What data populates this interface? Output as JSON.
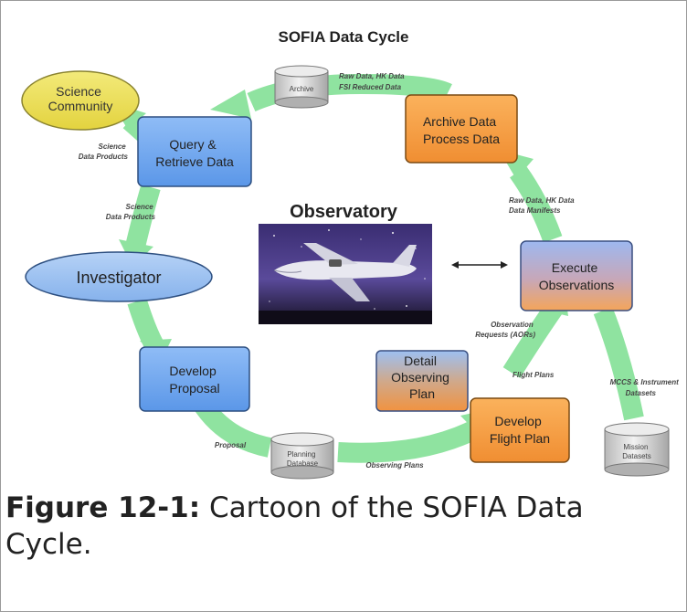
{
  "diagram": {
    "title": "SOFIA Data Cycle",
    "colors": {
      "arrow": "#8fe3a0",
      "blue_box": "#6fa8f0",
      "orange_box": "#f7a24a",
      "ellipse_blue": "#9cc3f2",
      "ellipse_yellow": "#eee25a"
    },
    "nodes": {
      "science_community": "Science Community",
      "query": "Query & Retrieve Data",
      "investigator": "Investigator",
      "develop_proposal": "Develop Proposal",
      "detail_plan": "Detail Observing Plan",
      "develop_flight": "Develop Flight Plan",
      "execute": "Execute Observations",
      "archive_process": "Archive Data Process Data",
      "observatory": "Observatory"
    },
    "databases": {
      "archive": "Archive",
      "planning": "Planning Database",
      "mission": "Mission Datasets"
    },
    "labels": {
      "raw_hk_fsi": "Raw Data, HK Data FSI Reduced Data",
      "science_products_1": "Science Data Products",
      "science_products_2": "Science Data Products",
      "raw_hk_manifest": "Raw Data, HK Data Data Manifests",
      "observation_requests": "Observation Requests (AORs)",
      "flight_plans": "Flight Plans",
      "mccs": "MCCS & Instrument Datasets",
      "proposal": "Proposal",
      "observing_plans": "Observing Plans"
    }
  },
  "caption": {
    "label": "Figure 12-1:",
    "text": " Cartoon of the SOFIA Data Cycle."
  }
}
